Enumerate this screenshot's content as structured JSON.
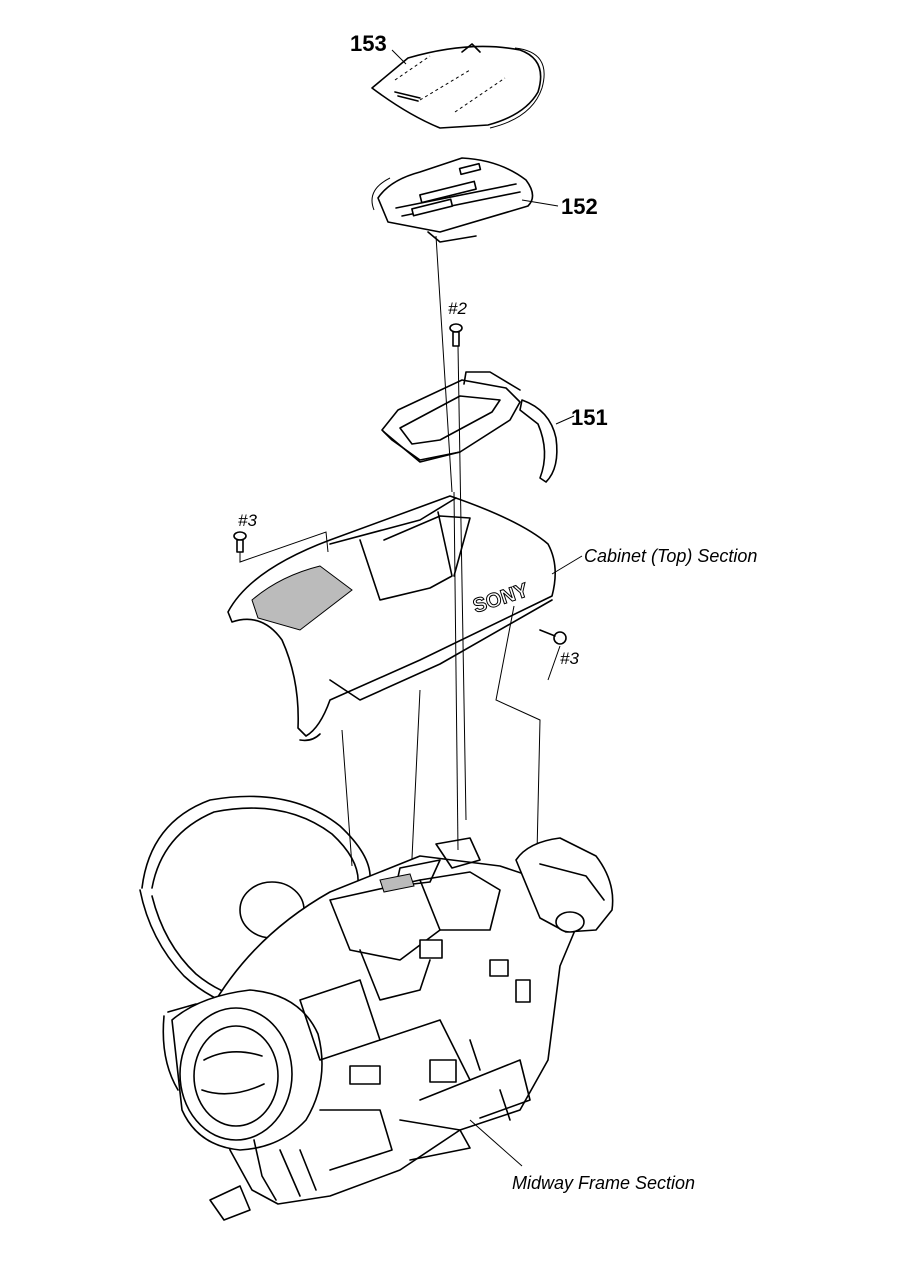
{
  "labels": {
    "part_153": "153",
    "part_152": "152",
    "part_151": "151",
    "screw_2": "#2",
    "screw_3_left": "#3",
    "screw_3_right": "#3",
    "cabinet_top_section": "Cabinet (Top) Section",
    "midway_frame_section": "Midway Frame Section",
    "brand_mark": "SONY"
  }
}
